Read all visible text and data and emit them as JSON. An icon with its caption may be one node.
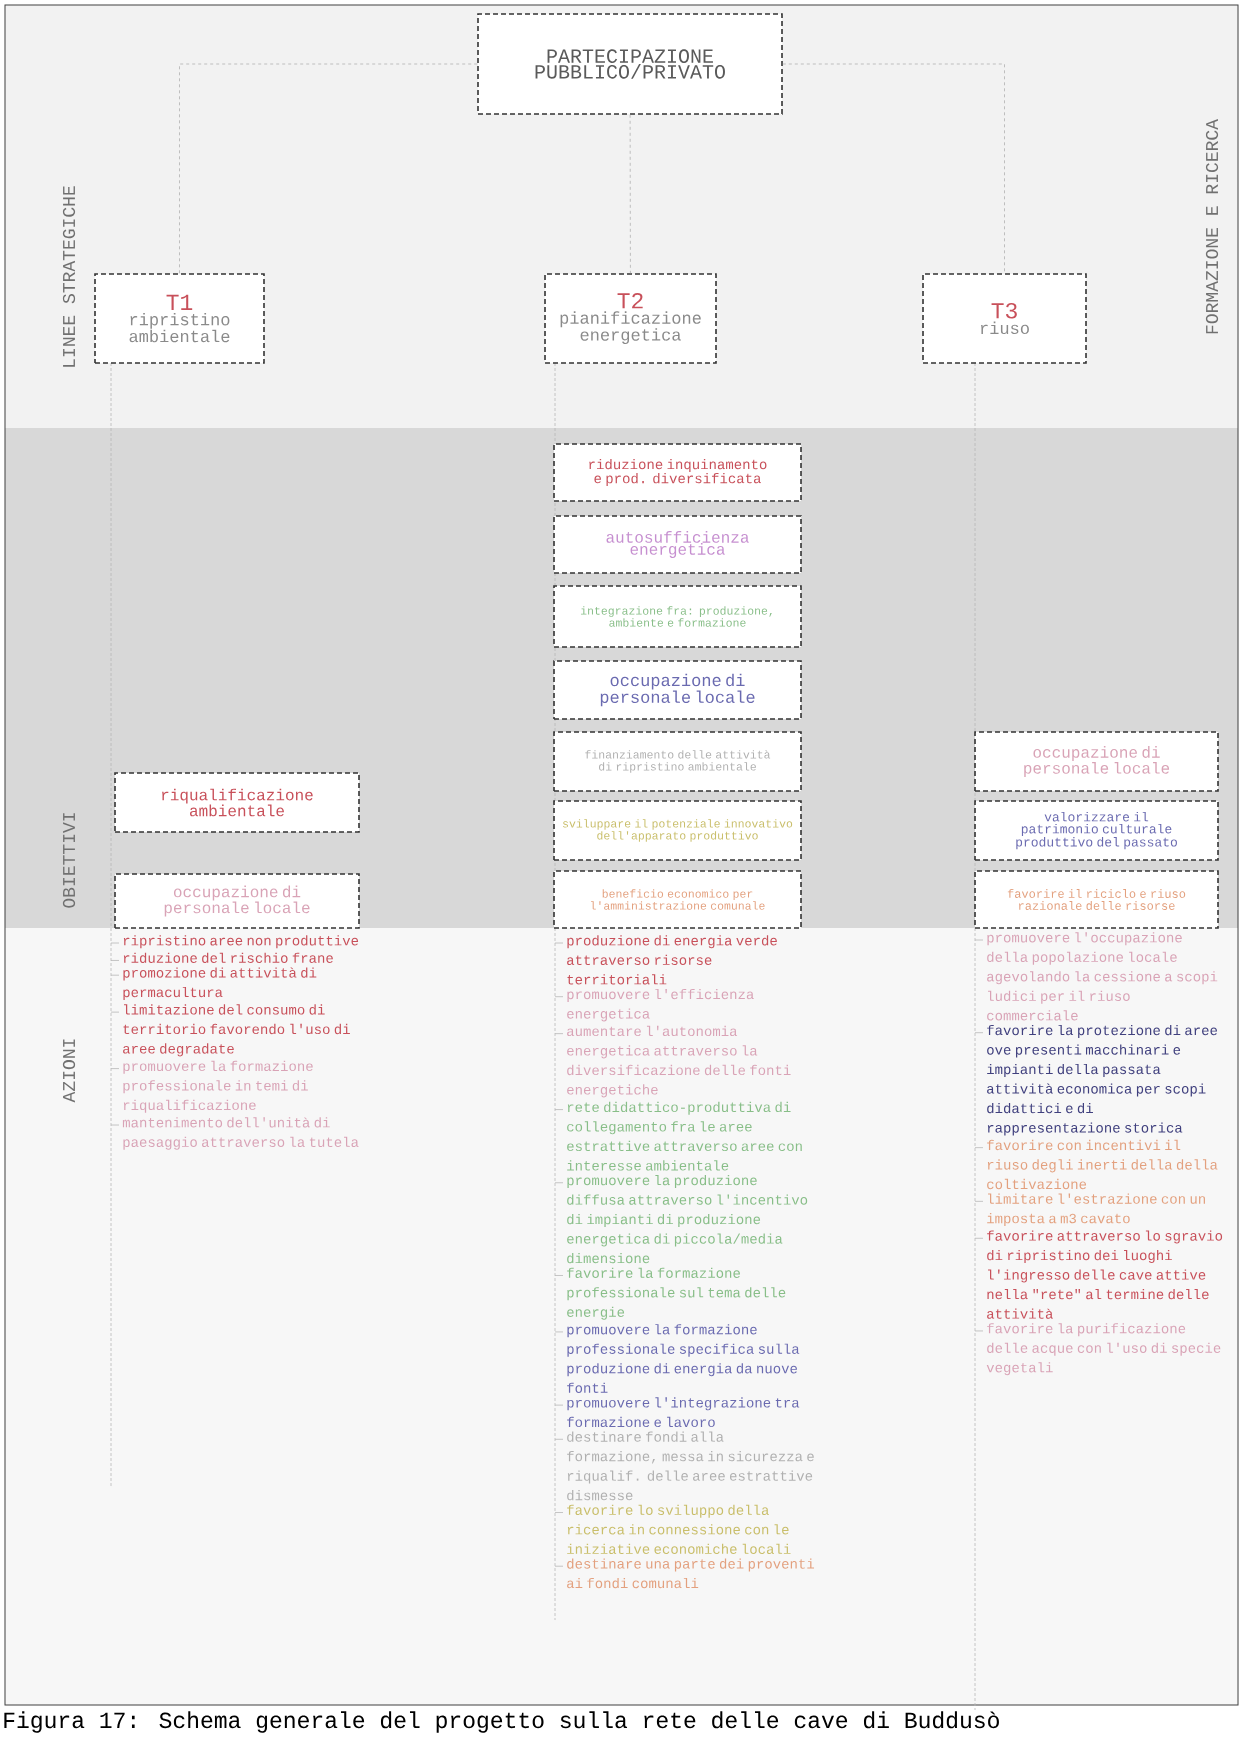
{
  "diagram": {
    "caption": "Figura 17: Schema generale del progetto sulla rete delle cave di Buddusò",
    "nodes": [
      {
        "text": [
          "PARTECIPAZIONE PUBBLICO/PRIVATO"
        ]
      },
      {
        "text": [
          "T1",
          "ripristino ambientale"
        ]
      },
      {
        "text": [
          "T2",
          "pianificazione energetica"
        ]
      },
      {
        "text": [
          "T3",
          "riuso"
        ]
      },
      {
        "text": [
          "riqualificazione ambientale"
        ]
      },
      {
        "text": [
          "occupazione di personale locale"
        ]
      },
      {
        "text": [
          "riduzione inquinamento e prod. diversificata"
        ]
      },
      {
        "text": [
          "autosufficienza energetica"
        ]
      },
      {
        "text": [
          "integrazione fra: produzione, ambiente e formazione"
        ]
      },
      {
        "text": [
          "occupazione di personale locale"
        ]
      },
      {
        "text": [
          "finanziamento delle attività di ripristino ambientale"
        ]
      },
      {
        "text": [
          "sviluppare il potenziale innovativo dell'apparato produttivo"
        ]
      },
      {
        "text": [
          "beneficio economico per l'amministrazione comunale"
        ]
      },
      {
        "text": [
          "occupazione di personale locale"
        ]
      },
      {
        "text": [
          "valorizzare il patrimonio culturale produttivo del passato"
        ]
      },
      {
        "text": [
          "favorire il riciclo e riuso razionale delle risorse"
        ]
      }
    ],
    "edges": [
      {
        "from": 0,
        "to": 1,
        "arrow": "none",
        "style": "dashed"
      },
      {
        "from": 0,
        "to": 2,
        "arrow": "none",
        "style": "dashed"
      },
      {
        "from": 0,
        "to": 3,
        "arrow": "none",
        "style": "dashed"
      }
    ],
    "labels": [
      "LINEE STRATEGICHE",
      "FORMAZIONE E RICERCA",
      "OBIETTIVI",
      "AZIONI",
      "ripristino aree non produttive",
      "riduzione del rischio frane",
      "promozione di attività di permacultura",
      "limitazione del consumo di territorio favorendo l'uso di aree degradate",
      "promuovere la formazione professionale in temi di riqualificazione",
      "mantenimento dell'unità di paesaggio attraverso la tutela",
      "produzione di energia verde attraverso risorse territoriali",
      "promuovere l'efficienza energetica",
      "aumentare l'autonomia energetica attraverso la diversificazione delle fonti energetiche",
      "rete didattico-produttiva di collegamento fra le aree estrattive attraverso aree con interesse ambientale",
      "promuovere la produzione diffusa attraverso l'incentivo di impianti di produzione energetica di piccola/media dimensione",
      "favorire la formazione professionale sul tema delle energie",
      "promuovere la formazione professionale specifica sulla produzione di energia da nuove fonti",
      "promuovere l'integrazione tra formazione e lavoro",
      "destinare fondi alla formazione, messa in sicurezza e riqualif. delle aree estrattive dismesse",
      "favorire lo sviluppo della ricerca in connessione con le iniziative economiche locali",
      "destinare una parte dei proventi ai fondi comunali",
      "promuovere l'occupazione della popolazione locale agevolando la cessione a scopi ludici per il riuso commerciale",
      "favorire la protezione di aree ove presenti macchinari e impianti della passata attività economica per scopi didattici e di rappresentazione storica",
      "favorire con incentivi il riuso degli inerti della della coltivazione",
      "limitare l'estrazione con un imposta a m3 cavato",
      "favorire attraverso lo sgravio di ripristino dei luoghi l'ingresso delle cave attive nella \"rete\" al termine delle attività",
      "favorire la purificazione delle acque con l'uso di specie vegetali"
    ]
  }
}
